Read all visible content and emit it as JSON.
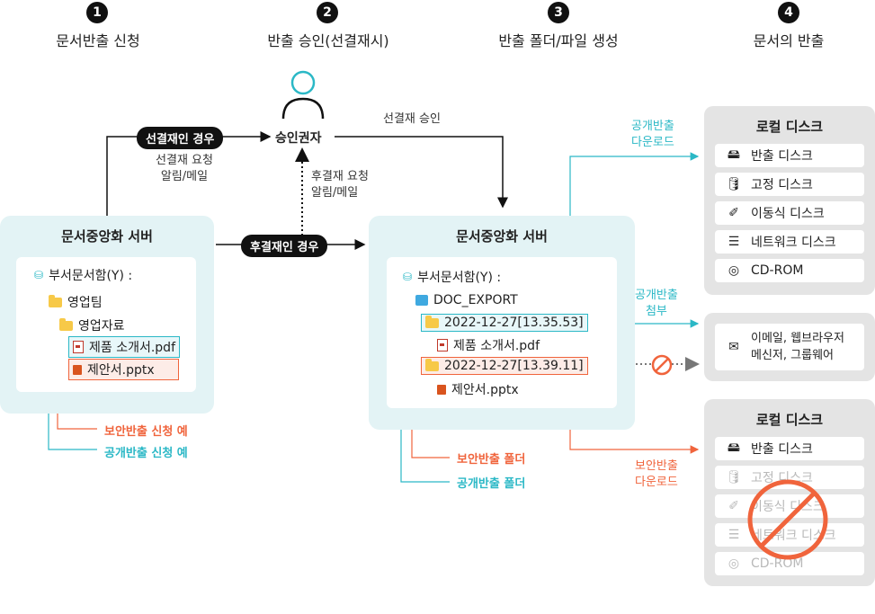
{
  "steps": [
    {
      "num": "1",
      "label": "문서반출 신청"
    },
    {
      "num": "2",
      "label": "반출 승인(선결재시)"
    },
    {
      "num": "3",
      "label": "반출 폴더/파일 생성"
    },
    {
      "num": "4",
      "label": "문서의 반출"
    }
  ],
  "approver": {
    "label": "승인권자"
  },
  "flow": {
    "pre_approval_pill": "선결재인 경우",
    "pre_approval_note": [
      "선결재 요청",
      "알림/메일"
    ],
    "post_approval_pill": "후결재인 경우",
    "post_approval_note": [
      "후결재 요청",
      "알림/메일"
    ],
    "approve_note": "선결재 승인"
  },
  "left_server": {
    "title": "문서중앙화 서버",
    "root": "부서문서함(Y) :",
    "folder1": "영업팀",
    "folder2": "영업자료",
    "file_public": "제품 소개서.pdf",
    "file_secure": "제안서.pptx",
    "secure_example": "보안반출 신청 예",
    "public_example": "공개반출 신청 예"
  },
  "right_server": {
    "title": "문서중앙화 서버",
    "root": "부서문서함(Y) :",
    "export_folder": "DOC_EXPORT",
    "public_folder": "2022-12-27[13.35.53]",
    "public_file": "제품 소개서.pdf",
    "secure_folder": "2022-12-27[13.39.11]",
    "secure_file": "제안서.pptx",
    "secure_folder_label": "보안반출 폴더",
    "public_folder_label": "공개반출 폴더"
  },
  "export_labels": {
    "public_download": [
      "공개반출",
      "다운로드"
    ],
    "public_attach": [
      "공개반출",
      "첨부"
    ],
    "secure_download": [
      "보안반출",
      "다운로드"
    ]
  },
  "disk_panel_top": {
    "title": "로컬 디스크",
    "items": [
      {
        "label": "반출 디스크",
        "icon": "export-disk-icon"
      },
      {
        "label": "고정 디스크",
        "icon": "fixed-disk-icon"
      },
      {
        "label": "이동식 디스크",
        "icon": "usb-icon"
      },
      {
        "label": "네트워크 디스크",
        "icon": "network-disk-icon"
      },
      {
        "label": "CD-ROM",
        "icon": "cdrom-icon"
      }
    ]
  },
  "mail_panel": {
    "lines": [
      "이메일, 웹브라우저",
      "메신저, 그룹웨어"
    ],
    "icon": "mail-icon"
  },
  "disk_panel_bottom": {
    "title": "로컬 디스크",
    "items": [
      {
        "label": "반출 디스크",
        "icon": "export-disk-icon"
      },
      {
        "label": "고정 디스크",
        "icon": "fixed-disk-icon"
      },
      {
        "label": "이동식 디스크",
        "icon": "usb-icon"
      },
      {
        "label": "네트워크 디스크",
        "icon": "network-disk-icon"
      },
      {
        "label": "CD-ROM",
        "icon": "cdrom-icon"
      }
    ]
  },
  "colors": {
    "teal": "#2bb8c6",
    "orange": "#f0643c",
    "panel_gray": "#e4e4e4",
    "server_bg": "#e3f3f5"
  }
}
